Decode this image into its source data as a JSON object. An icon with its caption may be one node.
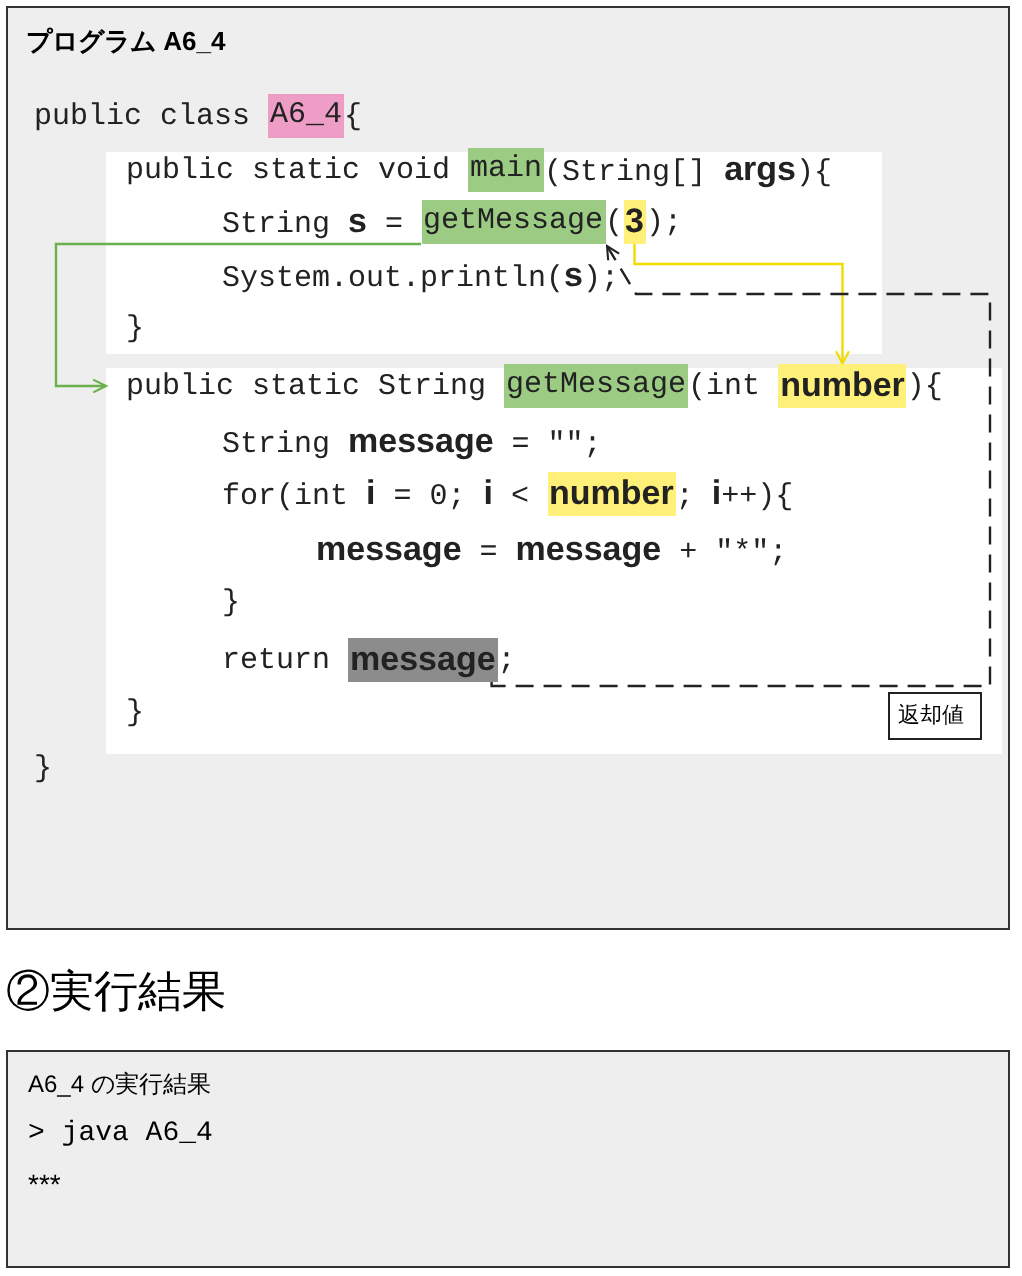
{
  "diagram": {
    "nodes": [
      {
        "text": [
          "プログラム A6_4"
        ]
      },
      {
        "text": [
          "A6_4"
        ],
        "in": 0
      },
      {
        "text": [],
        "shape": "box",
        "in": 0
      },
      {
        "text": [
          "main"
        ],
        "in": 2
      },
      {
        "text": [
          "getMessage"
        ],
        "in": 2
      },
      {
        "text": [
          "3"
        ],
        "in": 2
      },
      {
        "text": [],
        "shape": "box",
        "in": 0
      },
      {
        "text": [
          "getMessage"
        ],
        "in": 6
      },
      {
        "text": [
          "number"
        ],
        "in": 6
      },
      {
        "text": [
          "number"
        ],
        "in": 6
      },
      {
        "text": [
          "message"
        ],
        "in": 6
      },
      {
        "text": [
          "返却値"
        ],
        "in": 6
      },
      {
        "text": [
          "A6_4 の実行結果",
          "> java A6_4",
          "***"
        ]
      }
    ],
    "edges": [
      {
        "from": 4,
        "to": 6,
        "arrow": "to",
        "color": "#6ab04c"
      },
      {
        "from": 5,
        "to": 8,
        "arrow": "to",
        "color": "#f0dc00"
      },
      {
        "from": 10,
        "to": 4,
        "arrow": "to",
        "style": "dashed",
        "color": "#222222"
      }
    ],
    "labels": [
      "public class",
      "{",
      "public static void",
      "(String[] **args**){",
      "String **s** =",
      "(",
      ");",
      "System.out.println(**s**);",
      "}",
      "public static String",
      "(int",
      "){",
      "String **message** = \"\";",
      "for(int **i** = 0; **i** <",
      "; **i**++){",
      "**message** = **message** + \"*\";",
      "}",
      "return",
      ";",
      "}",
      "}",
      "②実行結果"
    ]
  }
}
